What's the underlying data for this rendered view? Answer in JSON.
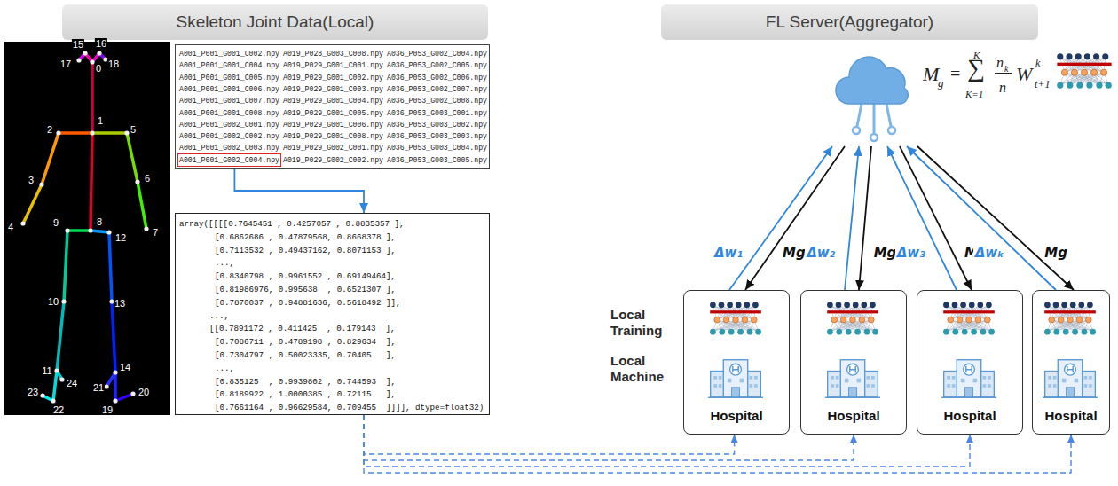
{
  "diagram": {
    "nodes": [
      {
        "text": [
          "Skeleton Joint Data(Local)"
        ]
      },
      {
        "text": [
          "A001_P001_G001_C002.npy",
          "A001_P001_G001_C004.npy",
          "A001_P001_G001_C005.npy",
          "A001_P001_G001_C006.npy",
          "A001_P001_G001_C007.npy",
          "A001_P001_G001_C008.npy",
          "A001_P001_G002_C001.npy",
          "A001_P001_G002_C002.npy",
          "A001_P001_G002_C003.npy",
          "A001_P001_G002_C004.npy",
          "A019_P028_G003_C008.npy",
          "A019_P029_G001_C001.npy",
          "A019_P029_G001_C002.npy",
          "A019_P029_G001_C003.npy",
          "A019_P029_G001_C004.npy",
          "A019_P029_G001_C005.npy",
          "A019_P029_G001_C006.npy",
          "A019_P029_G001_C008.npy",
          "A019_P029_G002_C001.npy",
          "A019_P029_G002_C002.npy",
          "A036_P053_G002_C004.npy",
          "A036_P053_G002_C005.npy",
          "A036_P053_G002_C006.npy",
          "A036_P053_G002_C007.npy",
          "A036_P053_G002_C008.npy",
          "A036_P053_G003_C001.npy",
          "A036_P053_G003_C002.npy",
          "A036_P053_G003_C003.npy",
          "A036_P053_G003_C004.npy",
          "A036_P053_G003_C005.npy"
        ]
      },
      {
        "text": [
          "array([[[[0.7645451 , 0.4257057 , 0.8835357 ],",
          "[0.6862686 , 0.47879568, 0.8668378 ],",
          "[0.7113532 , 0.49437162, 0.8071153 ],",
          "...,",
          "[0.8340798 , 0.9961552 , 0.69149464],",
          "[0.81986976, 0.995638  , 0.6521307 ],",
          "[0.7870037 , 0.94881636, 0.5618492 ]],",
          "...,",
          "[[0.7891172 , 0.411425  , 0.179143  ],",
          "[0.7086711 , 0.4789198 , 0.829634  ],",
          "[0.7304797 , 0.50023335, 0.70405   ],",
          "...,",
          "[0.835125  , 0.9939802 , 0.744593  ],",
          "[0.8189922 , 1.0000385 , 0.72115   ],",
          "[0.7661164 , 0.96629584, 0.709455  ]]]], dtype=float32)"
        ]
      },
      {
        "text": [
          "FL Server(Aggregator)"
        ]
      },
      {
        "text": [
          "M",
          "g",
          "=",
          "K",
          "∑",
          "K=1",
          "n",
          "k",
          "n",
          "W",
          "k",
          "t+1"
        ]
      },
      {
        "text": [
          "Hospital"
        ]
      },
      {
        "text": [
          "Hospital"
        ]
      },
      {
        "text": [
          "Hospital"
        ]
      },
      {
        "text": [
          "Hospital"
        ]
      }
    ],
    "edges": [
      {
        "from": 1,
        "to": 2,
        "arrow": "to"
      },
      {
        "from": 5,
        "to": 4,
        "arrow": "to",
        "label": "Δw₁"
      },
      {
        "from": 4,
        "to": 5,
        "arrow": "to",
        "label": "Mg"
      },
      {
        "from": 6,
        "to": 4,
        "arrow": "to",
        "label": "Δw₂"
      },
      {
        "from": 4,
        "to": 6,
        "arrow": "to",
        "label": "Mg"
      },
      {
        "from": 7,
        "to": 4,
        "arrow": "to",
        "label": "Δw₃"
      },
      {
        "from": 4,
        "to": 7,
        "arrow": "to",
        "label": "Mg"
      },
      {
        "from": 8,
        "to": 4,
        "arrow": "to",
        "label": "Δwₖ"
      },
      {
        "from": 4,
        "to": 8,
        "arrow": "to",
        "label": "Mg"
      },
      {
        "from": 2,
        "to": 5,
        "arrow": "to"
      },
      {
        "from": 2,
        "to": 6,
        "arrow": "to"
      },
      {
        "from": 2,
        "to": 7,
        "arrow": "to"
      },
      {
        "from": 2,
        "to": 8,
        "arrow": "to"
      }
    ],
    "labels": [
      "Local Training",
      "Local Machine",
      "0",
      "1",
      "2",
      "3",
      "4",
      "5",
      "6",
      "7",
      "8",
      "9",
      "10",
      "11",
      "12",
      "13",
      "14",
      "15",
      "16",
      "17",
      "18",
      "19",
      "20",
      "21",
      "22",
      "23",
      "24"
    ]
  }
}
